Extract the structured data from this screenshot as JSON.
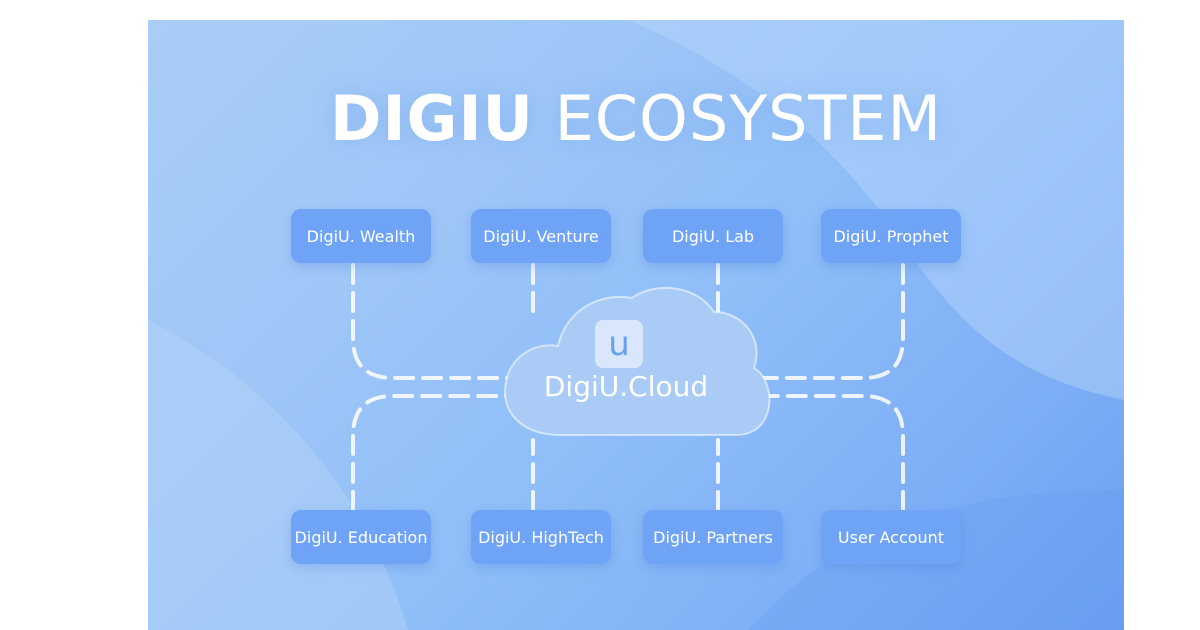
{
  "title": {
    "bold": "DIGIU",
    "light": "ECOSYSTEM"
  },
  "cloud": {
    "icon": "u-logo-icon",
    "icon_letter": "u",
    "label": "DigiU.Cloud"
  },
  "top_nodes": [
    {
      "label": "DigiU. Wealth"
    },
    {
      "label": "DigiU. Venture"
    },
    {
      "label": "DigiU. Lab"
    },
    {
      "label": "DigiU. Prophet"
    }
  ],
  "bottom_nodes": [
    {
      "label": "DigiU. Education"
    },
    {
      "label": "DigiU. HighTech"
    },
    {
      "label": "DigiU. Partners"
    },
    {
      "label": "User Account"
    }
  ],
  "colors": {
    "node": "#6ea3f5",
    "cloud": "#a9cbf6",
    "connector": "#ffffff",
    "background": "#8ebdf8"
  }
}
